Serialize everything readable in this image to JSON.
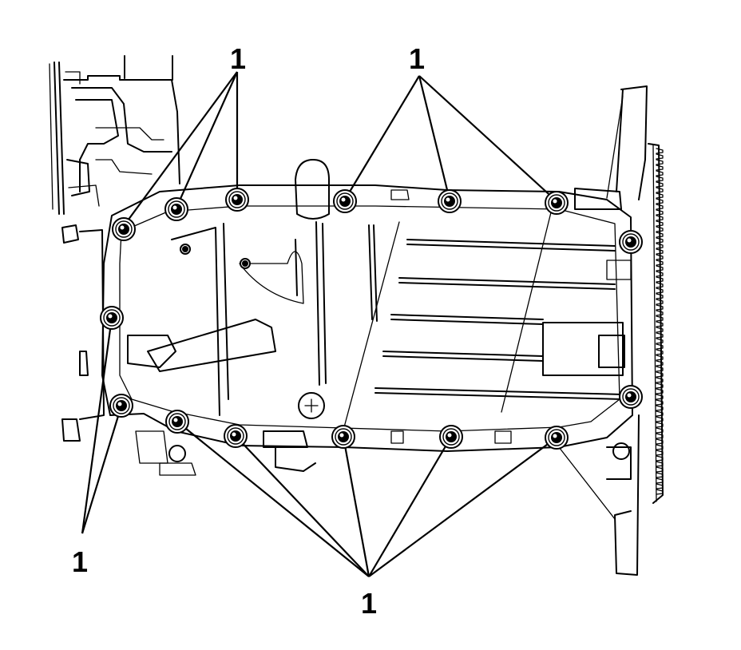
{
  "callouts": {
    "top_left": "1",
    "top_right": "1",
    "bottom_left": "1",
    "bottom_center": "1"
  },
  "icons": {
    "bolt": "bolt-icon"
  }
}
